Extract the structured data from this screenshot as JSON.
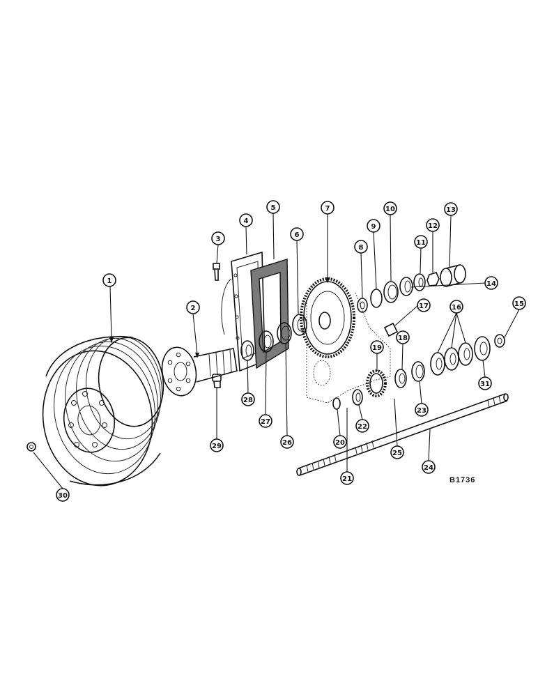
{
  "figure": {
    "reference": "B1736"
  },
  "callouts": [
    {
      "label": "1"
    },
    {
      "label": "2"
    },
    {
      "label": "3"
    },
    {
      "label": "4"
    },
    {
      "label": "5"
    },
    {
      "label": "6"
    },
    {
      "label": "7"
    },
    {
      "label": "8"
    },
    {
      "label": "9"
    },
    {
      "label": "10"
    },
    {
      "label": "11"
    },
    {
      "label": "12"
    },
    {
      "label": "13"
    },
    {
      "label": "14"
    },
    {
      "label": "15"
    },
    {
      "label": "16"
    },
    {
      "label": "17"
    },
    {
      "label": "18"
    },
    {
      "label": "19"
    },
    {
      "label": "20"
    },
    {
      "label": "21"
    },
    {
      "label": "22"
    },
    {
      "label": "23"
    },
    {
      "label": "24"
    },
    {
      "label": "25"
    },
    {
      "label": "26"
    },
    {
      "label": "27"
    },
    {
      "label": "28"
    },
    {
      "label": "29"
    },
    {
      "label": "30"
    },
    {
      "label": "31"
    }
  ]
}
